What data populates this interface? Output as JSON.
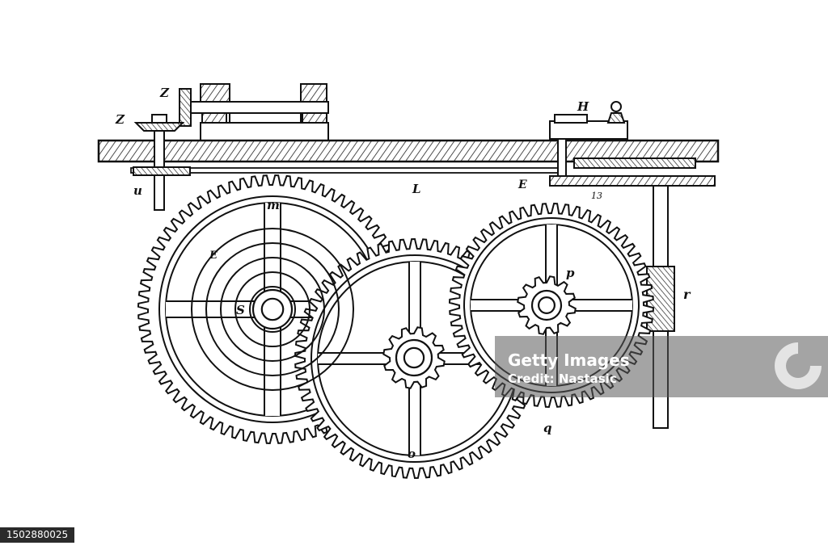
{
  "labels": {
    "z_upper": "Z",
    "z_lower": "Z",
    "h": "H",
    "u": "u",
    "l": "L",
    "e_plate": "E",
    "num_13": "13",
    "m": "m",
    "e_wheel": "E",
    "s": "S",
    "p": "p",
    "r": "r",
    "q": "q",
    "o": "o"
  },
  "watermark": {
    "brand": "Getty Images",
    "credit": "Credit: Nastasic"
  },
  "image_id": "1502880025"
}
